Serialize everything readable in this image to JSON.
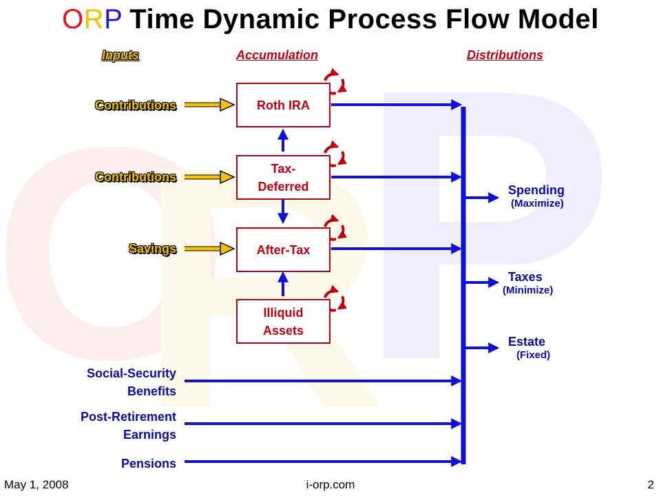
{
  "title": {
    "logo_o": "O",
    "logo_r": "R",
    "logo_p": "P",
    "text": "Time Dynamic Process Flow Model"
  },
  "watermark": "ORP",
  "headers": {
    "inputs": "Inputs",
    "accumulation": "Accumulation",
    "distributions": "Distributions"
  },
  "inputs": [
    {
      "label": "Contributions"
    },
    {
      "label": "Contributions"
    },
    {
      "label": "Savings"
    }
  ],
  "accounts": [
    {
      "label": "Roth IRA"
    },
    {
      "label": "Tax-\nDeferred"
    },
    {
      "label": "After-Tax"
    },
    {
      "label": "Illiquid\nAssets"
    }
  ],
  "other_inputs": [
    {
      "label": "Social-Security\nBenefits"
    },
    {
      "label": "Post-Retirement\nEarnings"
    },
    {
      "label": "Pensions"
    }
  ],
  "outputs": [
    {
      "label": "Spending",
      "note": "(Maximize)"
    },
    {
      "label": "Taxes",
      "note": "(Minimize)"
    },
    {
      "label": "Estate",
      "note": "(Fixed)"
    }
  ],
  "footer": {
    "date": "May 1, 2008",
    "site": "i-orp.com",
    "page": "2"
  },
  "colors": {
    "red": "#c00010",
    "yellow": "#f2c200",
    "blue": "#1b1bd6"
  }
}
